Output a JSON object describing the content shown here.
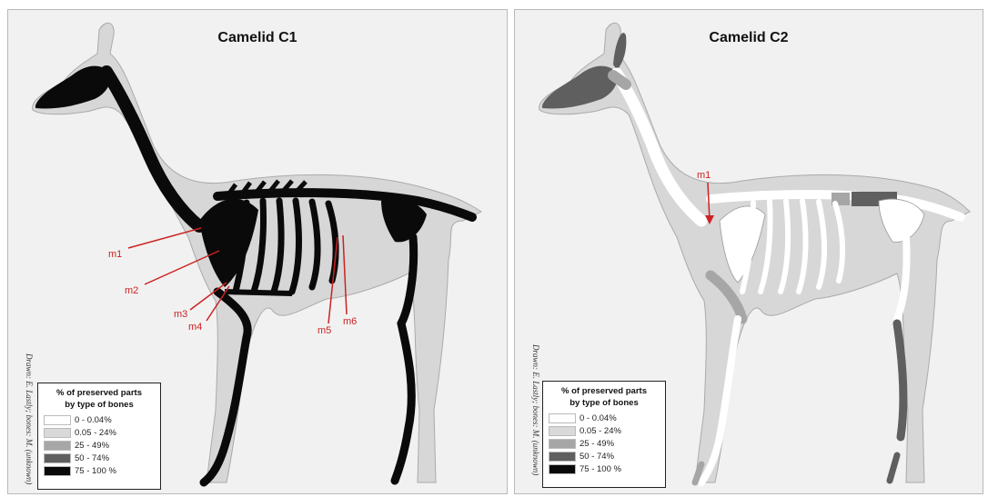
{
  "panels": [
    {
      "title": "Camelid C1",
      "markers": [
        "m1",
        "m2",
        "m3",
        "m4",
        "m5",
        "m6"
      ],
      "credit": "Drawn: E. Lastly; bones: M. (unknown)",
      "legend": {
        "title_line1": "% of preserved parts",
        "title_line2": "by type of bones",
        "entries": [
          {
            "label": "0 - 0.04%",
            "color": "#ffffff"
          },
          {
            "label": "0.05 - 24%",
            "color": "#d9d9d9"
          },
          {
            "label": "25 - 49%",
            "color": "#a6a6a6"
          },
          {
            "label": "50 - 74%",
            "color": "#5f5f5f"
          },
          {
            "label": "75 - 100 %",
            "color": "#0a0a0a"
          }
        ]
      }
    },
    {
      "title": "Camelid C2",
      "markers": [
        "m1"
      ],
      "credit": "Drawn: E. Lastly; bones: M. (unknown)",
      "legend": {
        "title_line1": "% of preserved parts",
        "title_line2": "by type of bones",
        "entries": [
          {
            "label": "0 - 0.04%",
            "color": "#ffffff"
          },
          {
            "label": "0.05 - 24%",
            "color": "#d9d9d9"
          },
          {
            "label": "25 - 49%",
            "color": "#a6a6a6"
          },
          {
            "label": "50 - 74%",
            "color": "#5f5f5f"
          },
          {
            "label": "75 - 100 %",
            "color": "#0a0a0a"
          }
        ]
      }
    }
  ],
  "colors": {
    "silhouette": "#d7d7d7",
    "marker": "#cc2222"
  }
}
